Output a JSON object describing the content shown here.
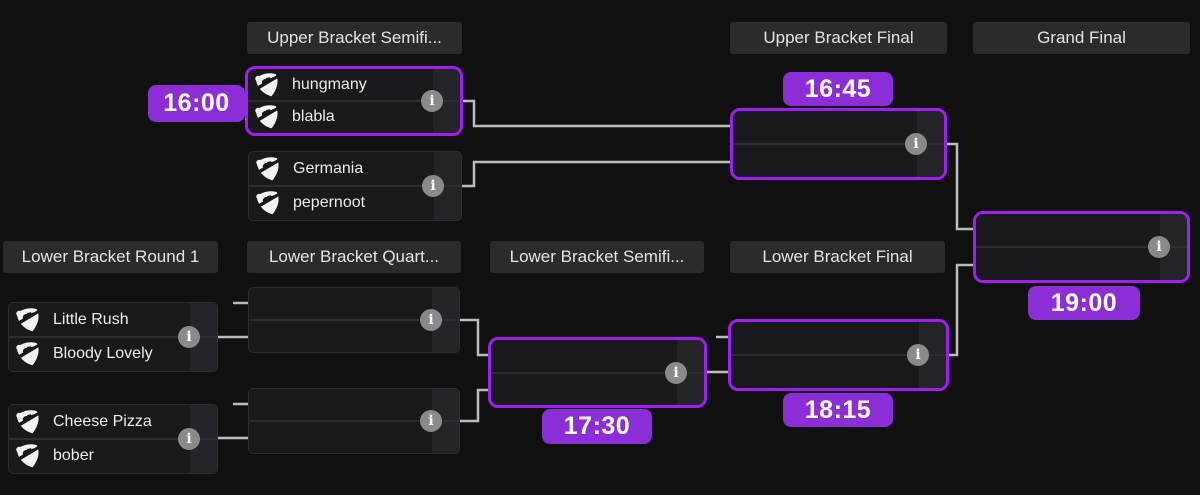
{
  "colors": {
    "background": "#101011",
    "panel": "#19191b",
    "highlight_border": "#a11df2",
    "time_badge": "#8b2ed8",
    "connector": "#bcbcbc"
  },
  "rounds": [
    {
      "label": "Upper Bracket Semifi..."
    },
    {
      "label": "Upper Bracket Final"
    },
    {
      "label": "Grand Final"
    },
    {
      "label": "Lower Bracket Round 1"
    },
    {
      "label": "Lower Bracket Quart..."
    },
    {
      "label": "Lower Bracket Semifi..."
    },
    {
      "label": "Lower Bracket Final"
    }
  ],
  "icons": {
    "info_glyph": "i",
    "team_logo": "rocket-league-shield"
  },
  "matches": [
    {
      "id": "upper-semifinal-1",
      "highlighted": true,
      "time": "16:00",
      "teams": [
        {
          "name": "hungmany"
        },
        {
          "name": "blabla"
        }
      ]
    },
    {
      "id": "upper-semifinal-2",
      "highlighted": false,
      "time": null,
      "teams": [
        {
          "name": "Germania"
        },
        {
          "name": "pepernoot"
        }
      ]
    },
    {
      "id": "upper-final",
      "highlighted": true,
      "time": "16:45",
      "teams": null
    },
    {
      "id": "grand-final",
      "highlighted": true,
      "time": "19:00",
      "teams": null
    },
    {
      "id": "lower-round1-1",
      "highlighted": false,
      "time": null,
      "teams": [
        {
          "name": "Little Rush"
        },
        {
          "name": "Bloody Lovely"
        }
      ]
    },
    {
      "id": "lower-round1-2",
      "highlighted": false,
      "time": null,
      "teams": [
        {
          "name": "Cheese Pizza"
        },
        {
          "name": "bober"
        }
      ]
    },
    {
      "id": "lower-quarterfinal-1",
      "highlighted": false,
      "time": null,
      "teams": null
    },
    {
      "id": "lower-quarterfinal-2",
      "highlighted": false,
      "time": null,
      "teams": null
    },
    {
      "id": "lower-semifinal",
      "highlighted": true,
      "time": "17:30",
      "teams": null
    },
    {
      "id": "lower-final",
      "highlighted": true,
      "time": "18:15",
      "teams": null
    }
  ]
}
